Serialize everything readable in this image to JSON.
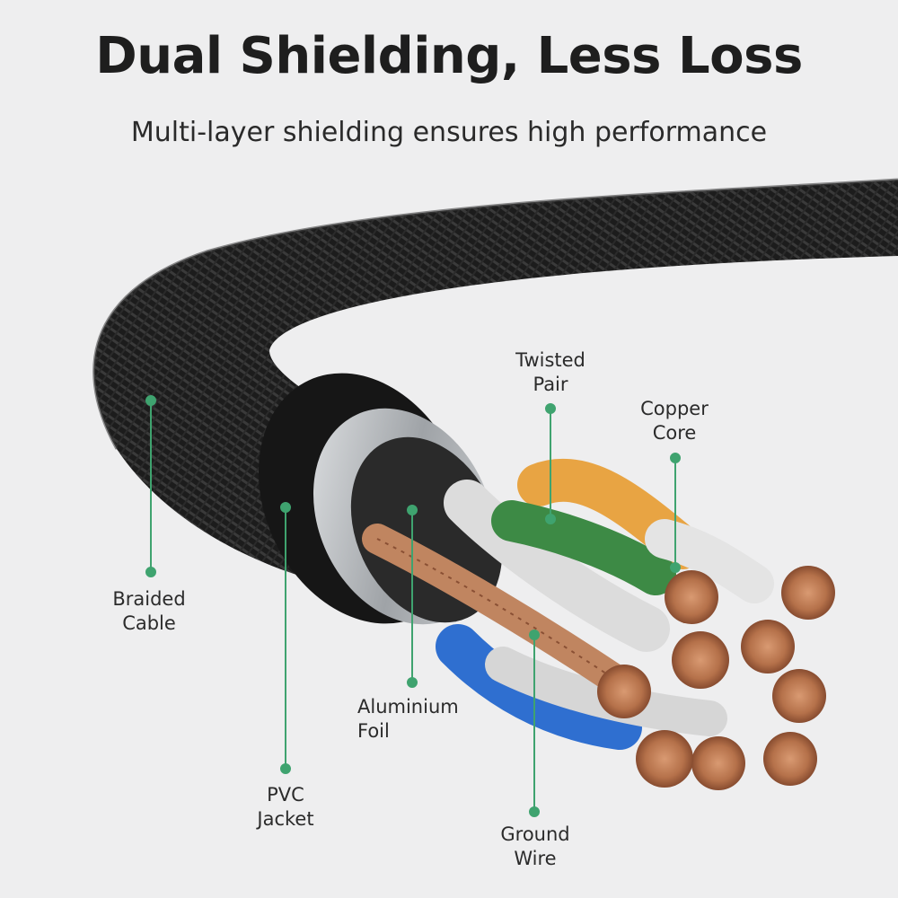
{
  "header": {
    "title": "Dual Shielding, Less Loss",
    "subtitle": "Multi-layer shielding ensures high performance"
  },
  "callouts": {
    "twisted_pair": [
      "Twisted",
      "Pair"
    ],
    "copper_core": [
      "Copper",
      "Core"
    ],
    "braided_cable": [
      "Braided",
      "Cable"
    ],
    "aluminium_foil": [
      "Aluminium",
      "Foil"
    ],
    "pvc_jacket": [
      "PVC",
      "Jacket"
    ],
    "ground_wire": [
      "Ground",
      "Wire"
    ]
  },
  "colors": {
    "background": "#eeeeef",
    "accent": "#3fa36f",
    "braid": "#1c1c1c",
    "copper": "#b5714a",
    "wire_green": "#3d8a45",
    "wire_orange": "#e8a443",
    "wire_blue": "#2f6fd0",
    "foil": "#b9bcbf"
  }
}
